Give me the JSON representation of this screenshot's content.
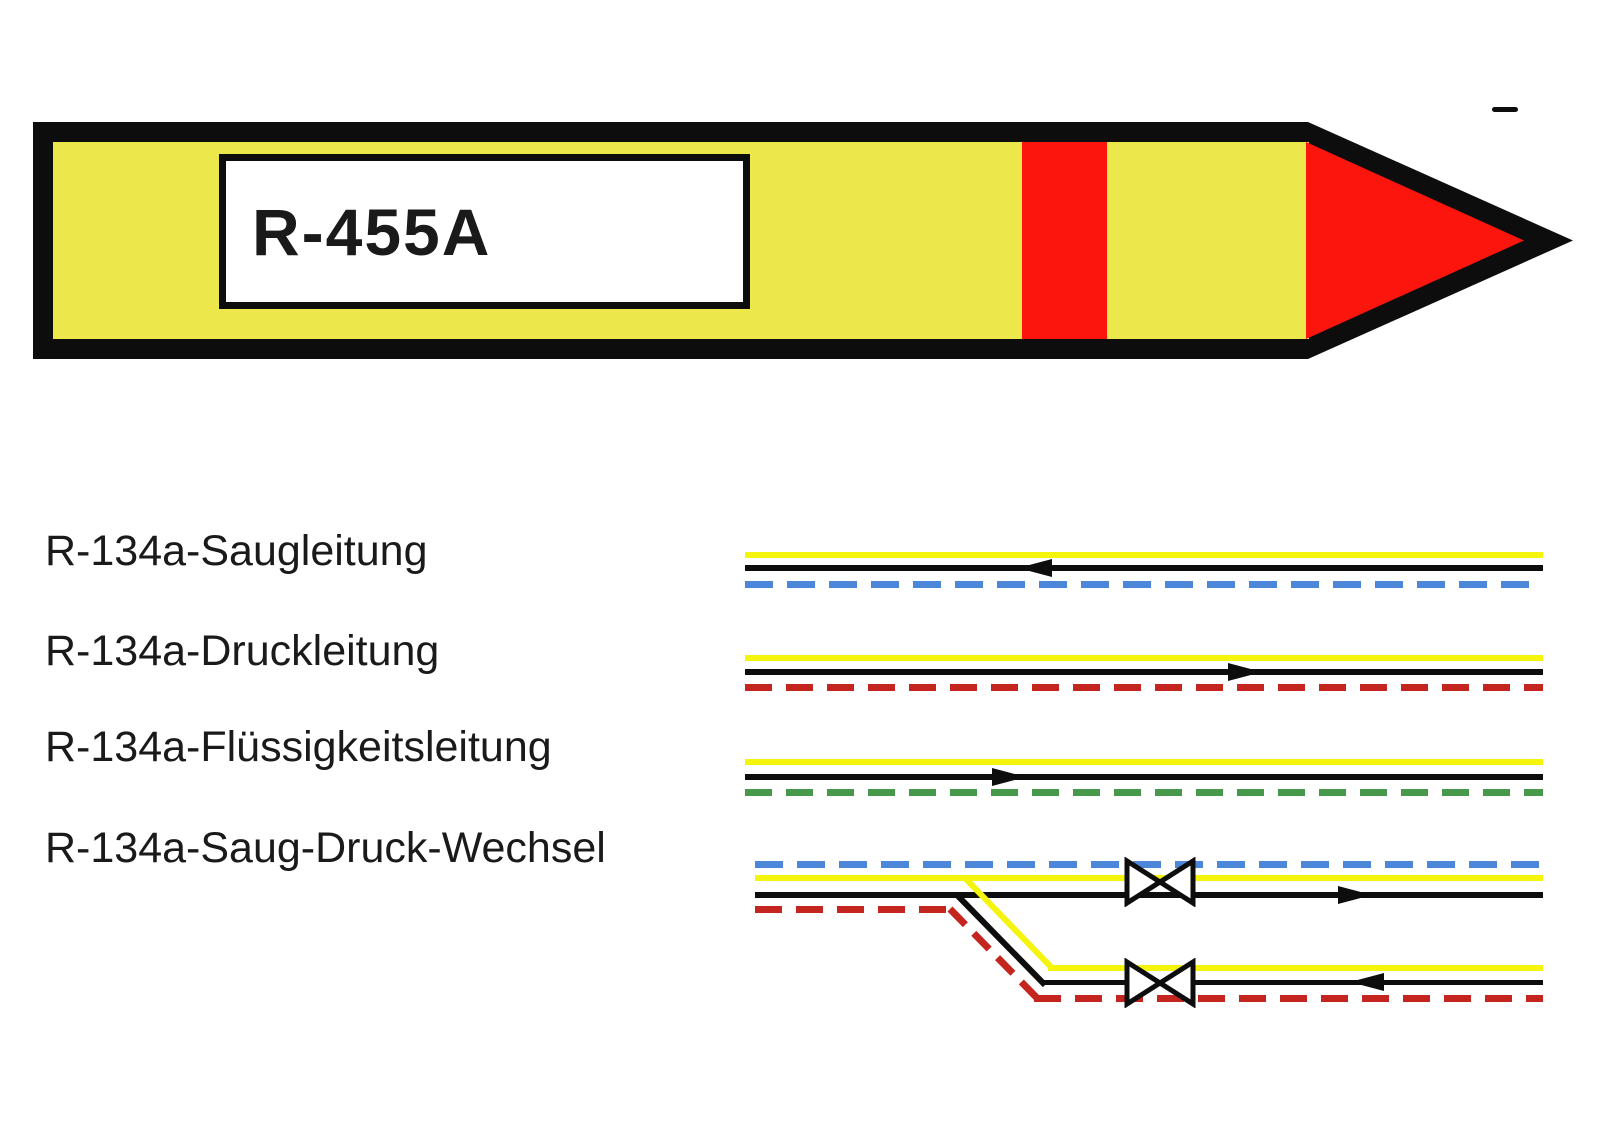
{
  "banner": {
    "label": "R-455A",
    "type": "pipe-marking-arrow",
    "direction": "right"
  },
  "legend": {
    "rows": [
      {
        "label": "R-134a-Saugleitung",
        "lines": [
          {
            "color": "yellow",
            "style": "solid"
          },
          {
            "color": "black",
            "style": "solid",
            "flow_arrow": "left"
          },
          {
            "color": "blue",
            "style": "dashed"
          }
        ]
      },
      {
        "label": "R-134a-Druckleitung",
        "lines": [
          {
            "color": "yellow",
            "style": "solid"
          },
          {
            "color": "black",
            "style": "solid",
            "flow_arrow": "right"
          },
          {
            "color": "red",
            "style": "dashed"
          }
        ]
      },
      {
        "label": "R-134a-Flüssigkeitsleitung",
        "lines": [
          {
            "color": "yellow",
            "style": "solid"
          },
          {
            "color": "black",
            "style": "solid",
            "flow_arrow": "right"
          },
          {
            "color": "green",
            "style": "dashed"
          }
        ]
      },
      {
        "label": "R-134a-Saug-Druck-Wechsel",
        "lines": [
          {
            "color": "blue",
            "style": "dashed"
          },
          {
            "color": "yellow",
            "style": "solid"
          },
          {
            "color": "black",
            "style": "solid",
            "flow_arrow": "right"
          },
          {
            "color": "red",
            "style": "dashed"
          }
        ],
        "branch": {
          "lines": [
            {
              "color": "yellow",
              "style": "solid"
            },
            {
              "color": "black",
              "style": "solid",
              "flow_arrow": "left"
            },
            {
              "color": "red",
              "style": "dashed"
            }
          ],
          "valve_count": 2
        }
      }
    ]
  },
  "colors": {
    "banner-yellow": "#ece74a",
    "banner-red": "#fb150c",
    "ink": "#0d0d0d",
    "label-text": "#1a1a1a",
    "line-yellow": "#f4f40c",
    "line-blue": "#4c86d9",
    "line-red": "#c4251e",
    "line-green": "#47984b"
  }
}
